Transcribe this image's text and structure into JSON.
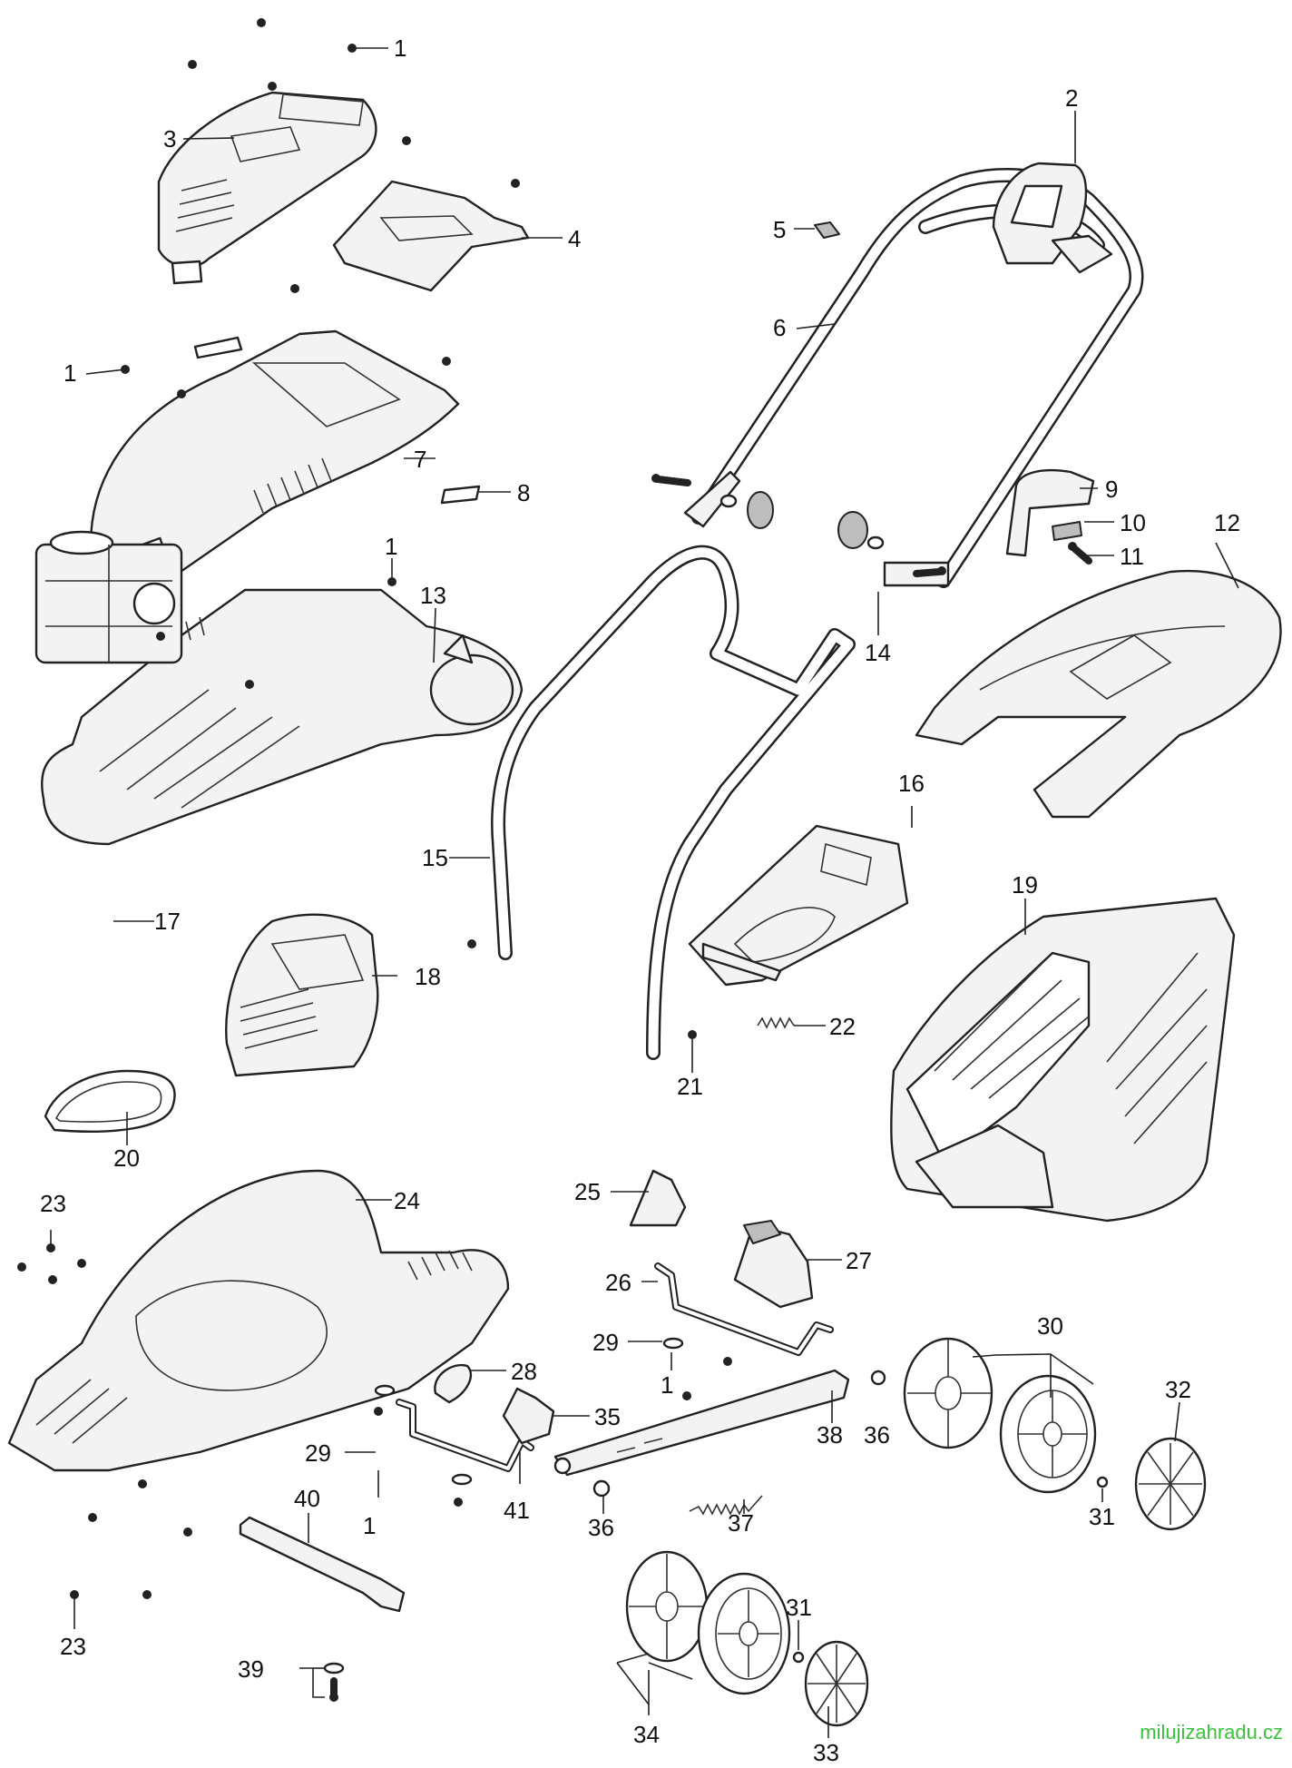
{
  "callouts": [
    "1",
    "2",
    "3",
    "4",
    "5",
    "6",
    "1",
    "7",
    "8",
    "9",
    "10",
    "11",
    "12",
    "1",
    "13",
    "14",
    "15",
    "16",
    "17",
    "18",
    "19",
    "20",
    "21",
    "22",
    "23",
    "24",
    "25",
    "26",
    "27",
    "28",
    "29",
    "1",
    "30",
    "35",
    "38",
    "36",
    "29",
    "1",
    "41",
    "36",
    "37",
    "32",
    "31",
    "40",
    "23",
    "31",
    "39",
    "34",
    "33"
  ],
  "watermark": "milujizahradu.cz"
}
